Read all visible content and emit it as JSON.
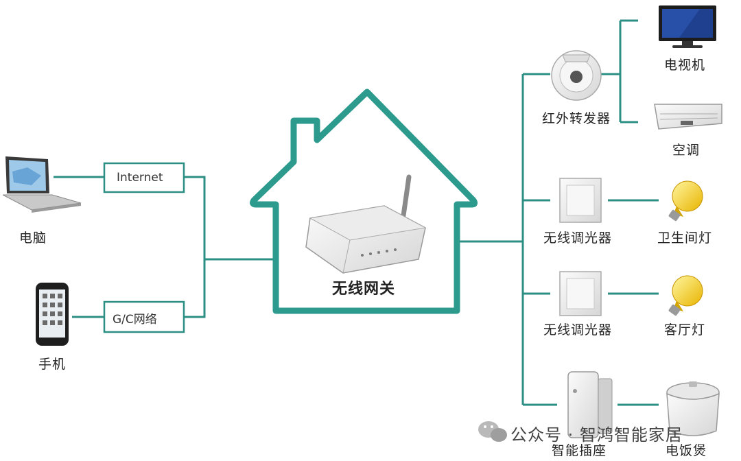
{
  "left": {
    "computer_label": "电脑",
    "phone_label": "手机",
    "internet_box": "Internet",
    "gc_box": "G/C网络"
  },
  "center": {
    "gateway_label": "无线网关"
  },
  "right": {
    "ir_label": "红外转发器",
    "dimmer1_label": "无线调光器",
    "dimmer2_label": "无线调光器",
    "plug_label": "智能插座",
    "tv_label": "电视机",
    "ac_label": "空调",
    "bathroom_light_label": "卫生间灯",
    "living_light_label": "客厅灯",
    "rice_cooker_label": "电饭煲"
  },
  "watermark": {
    "text": "公众号 · 智鸿智能家居"
  },
  "colors": {
    "line": "#2c8f84",
    "house": "#2c9a8c",
    "box_border": "#2c8f84"
  }
}
